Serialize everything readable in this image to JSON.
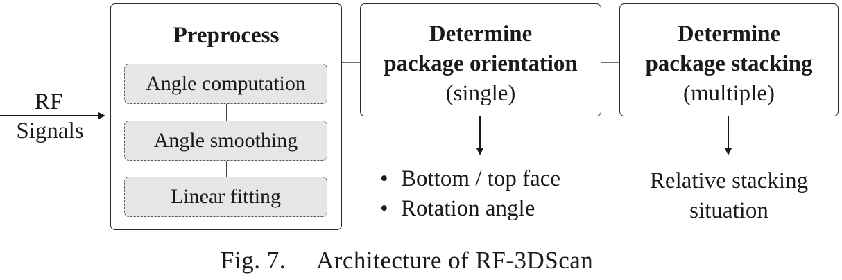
{
  "input": {
    "line1": "RF",
    "line2": "Signals"
  },
  "preprocess": {
    "title": "Preprocess",
    "steps": [
      "Angle computation",
      "Angle smoothing",
      "Linear fitting"
    ]
  },
  "orientation": {
    "title_line1": "Determine",
    "title_line2": "package orientation",
    "subtitle": "(single)",
    "outputs": [
      "Bottom / top face",
      "Rotation angle"
    ]
  },
  "stacking": {
    "title_line1": "Determine",
    "title_line2": "package stacking",
    "subtitle": "(multiple)",
    "output_line1": "Relative stacking",
    "output_line2": "situation"
  },
  "caption": {
    "fig": "Fig. 7.",
    "text": "Architecture of RF-3DScan"
  }
}
